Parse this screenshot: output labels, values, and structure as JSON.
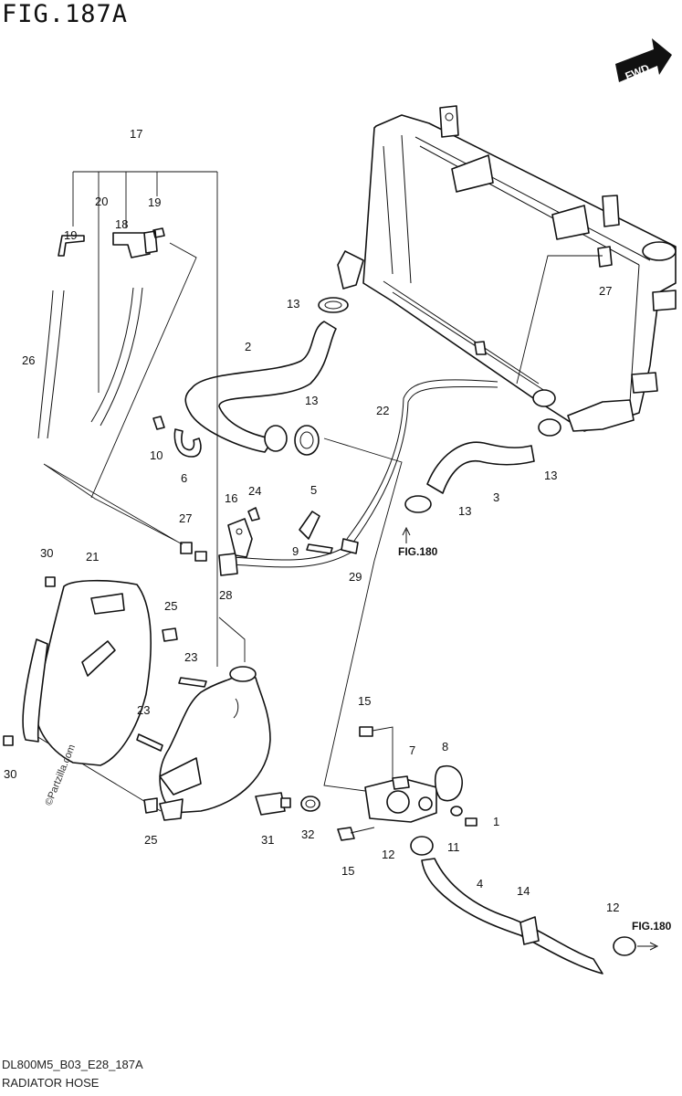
{
  "header": {
    "figure": "FIG.187A"
  },
  "footer": {
    "code": "DL800M5_B03_E28_187A",
    "name": "RADIATOR HOSE"
  },
  "fwd_badge": "FWD",
  "watermark": "©Partzilla.com",
  "refs": {
    "fig180_a": "FIG.180",
    "fig180_b": "FIG.180"
  },
  "callouts": [
    {
      "id": "c17",
      "label": "17"
    },
    {
      "id": "c20",
      "label": "20"
    },
    {
      "id": "c19a",
      "label": "19"
    },
    {
      "id": "c19b",
      "label": "19"
    },
    {
      "id": "c18",
      "label": "18"
    },
    {
      "id": "c26",
      "label": "26"
    },
    {
      "id": "c13a",
      "label": "13"
    },
    {
      "id": "c2",
      "label": "2"
    },
    {
      "id": "c13b",
      "label": "13"
    },
    {
      "id": "c22",
      "label": "22"
    },
    {
      "id": "c27a",
      "label": "27"
    },
    {
      "id": "c13c",
      "label": "13"
    },
    {
      "id": "c3",
      "label": "3"
    },
    {
      "id": "c13d",
      "label": "13"
    },
    {
      "id": "c10",
      "label": "10"
    },
    {
      "id": "c6",
      "label": "6"
    },
    {
      "id": "c16",
      "label": "16"
    },
    {
      "id": "c24",
      "label": "24"
    },
    {
      "id": "c5",
      "label": "5"
    },
    {
      "id": "c9",
      "label": "9"
    },
    {
      "id": "c27b",
      "label": "27"
    },
    {
      "id": "c29",
      "label": "29"
    },
    {
      "id": "c28",
      "label": "28"
    },
    {
      "id": "c30a",
      "label": "30"
    },
    {
      "id": "c21",
      "label": "21"
    },
    {
      "id": "c25a",
      "label": "25"
    },
    {
      "id": "c23a",
      "label": "23"
    },
    {
      "id": "c23b",
      "label": "23"
    },
    {
      "id": "c30b",
      "label": "30"
    },
    {
      "id": "c25b",
      "label": "25"
    },
    {
      "id": "c15a",
      "label": "15"
    },
    {
      "id": "c7",
      "label": "7"
    },
    {
      "id": "c8",
      "label": "8"
    },
    {
      "id": "c1",
      "label": "1"
    },
    {
      "id": "c11",
      "label": "11"
    },
    {
      "id": "c12a",
      "label": "12"
    },
    {
      "id": "c15b",
      "label": "15"
    },
    {
      "id": "c31",
      "label": "31"
    },
    {
      "id": "c32",
      "label": "32"
    },
    {
      "id": "c4",
      "label": "4"
    },
    {
      "id": "c14",
      "label": "14"
    },
    {
      "id": "c12b",
      "label": "12"
    }
  ]
}
